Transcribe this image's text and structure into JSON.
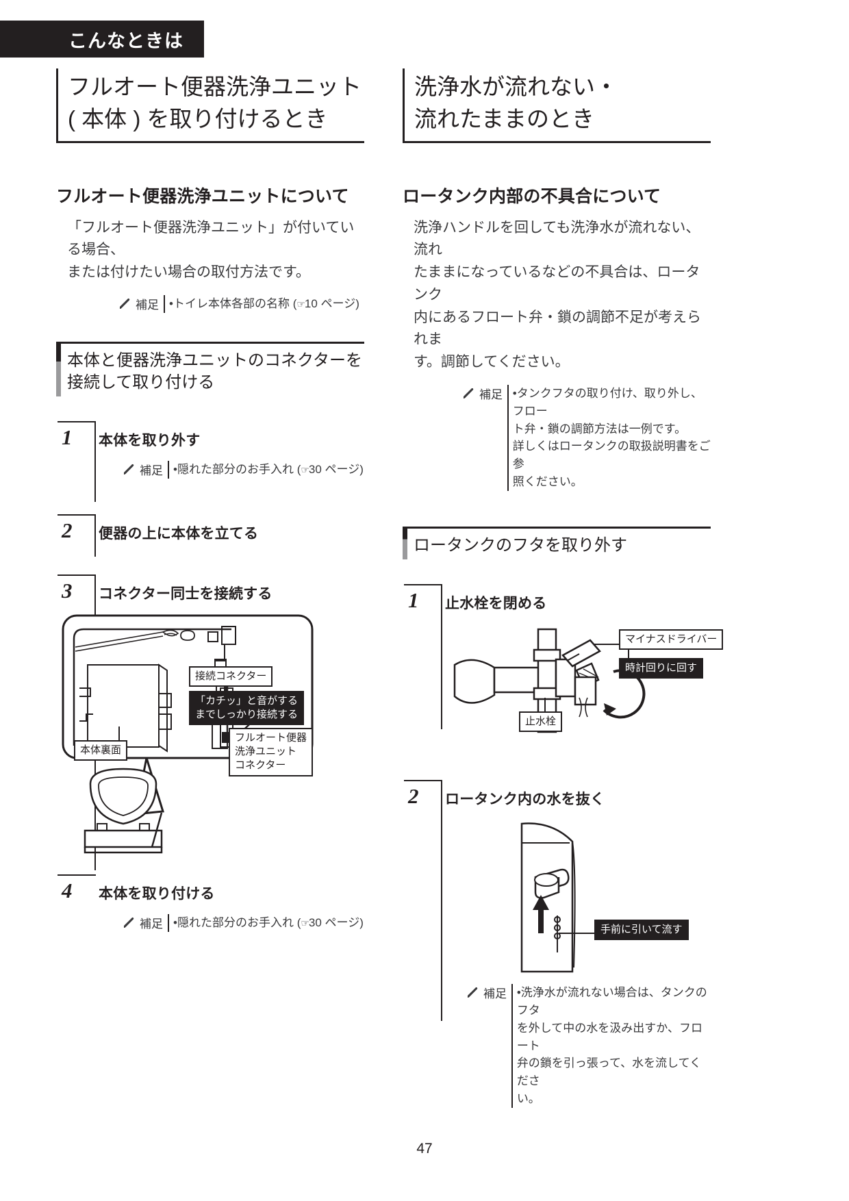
{
  "running_head": {
    "label": "こんなときは"
  },
  "page_number": "47",
  "left_column": {
    "chapter_title_lines": [
      "フルオート便器洗浄ユニット",
      "( 本体 ) を取り付けるとき"
    ],
    "section": {
      "heading": "フルオート便器洗浄ユニットについて",
      "paragraph_lines": [
        "「フルオート便器洗浄ユニット」が付いている場合、",
        "または付けたい場合の取付方法です。"
      ],
      "note": {
        "icon": "pencil-icon",
        "word": "補足",
        "bullet": "•",
        "text": "トイレ本体各部の名称",
        "ref_open": "(",
        "ref_icon": "pointing-hand-icon",
        "ref_page": "10 ページ",
        "ref_close": ")"
      }
    },
    "procedure": {
      "heading_lines": [
        "本体と便器洗浄ユニットのコネクターを",
        "接続して取り付ける"
      ],
      "steps": [
        {
          "number": "1",
          "title": "本体を取り外す",
          "note": {
            "icon": "pencil-icon",
            "word": "補足",
            "bullet": "•",
            "text": "隠れた部分のお手入れ",
            "ref_open": "(",
            "ref_icon": "pointing-hand-icon",
            "ref_page": "30 ページ",
            "ref_close": ")"
          }
        },
        {
          "number": "2",
          "title": "便器の上に本体を立てる"
        },
        {
          "number": "3",
          "title": "コネクター同士を接続する",
          "figure_labels": {
            "connect_connector": "接続コネクター",
            "click_note_lines": [
              "「カチッ」と音がする",
              "までしっかり接続する"
            ],
            "unit_connector_lines": [
              "フルオート便器",
              "洗浄ユニット",
              "コネクター"
            ],
            "body_rear": "本体裏面"
          }
        },
        {
          "number": "4",
          "title": "本体を取り付ける",
          "note": {
            "icon": "pencil-icon",
            "word": "補足",
            "bullet": "•",
            "text": "隠れた部分のお手入れ",
            "ref_open": "(",
            "ref_icon": "pointing-hand-icon",
            "ref_page": "30 ページ",
            "ref_close": ")"
          }
        }
      ]
    }
  },
  "right_column": {
    "chapter_title_lines": [
      "洗浄水が流れない・",
      "流れたままのとき"
    ],
    "section": {
      "heading": "ロータンク内部の不具合について",
      "paragraph_lines": [
        "洗浄ハンドルを回しても洗浄水が流れない、流れ",
        "たままになっているなどの不具合は、ロータンク",
        "内にあるフロート弁・鎖の調節不足が考えられま",
        "す。調節してください。"
      ],
      "note": {
        "icon": "pencil-icon",
        "word": "補足",
        "bullet": "•",
        "lines": [
          "タンクフタの取り付け、取り外し、フロー",
          "ト弁・鎖の調節方法は一例です。",
          "詳しくはロータンクの取扱説明書をご参",
          "照ください。"
        ]
      }
    },
    "procedure": {
      "heading_lines": [
        "ロータンクのフタを取り外す"
      ],
      "steps": [
        {
          "number": "1",
          "title": "止水栓を閉める",
          "figure_labels": {
            "screwdriver": "マイナスドライバー",
            "turn_clockwise": "時計回りに回す",
            "stopcock": "止水栓"
          }
        },
        {
          "number": "2",
          "title": "ロータンク内の水を抜く",
          "figure_labels": {
            "pull_toward_you": "手前に引いて流す"
          },
          "note": {
            "icon": "pencil-icon",
            "word": "補足",
            "bullet": "•",
            "lines": [
              "洗浄水が流れない場合は、タンクのフタ",
              "を外して中の水を汲み出すか、フロート",
              "弁の鎖を引っ張って、水を流してくださ",
              "い。"
            ]
          }
        }
      ]
    }
  },
  "colors": {
    "ink": "#231f20",
    "body_text": "#3a3a3c",
    "rule_grey": "#9a9a9c",
    "paper": "#ffffff"
  }
}
